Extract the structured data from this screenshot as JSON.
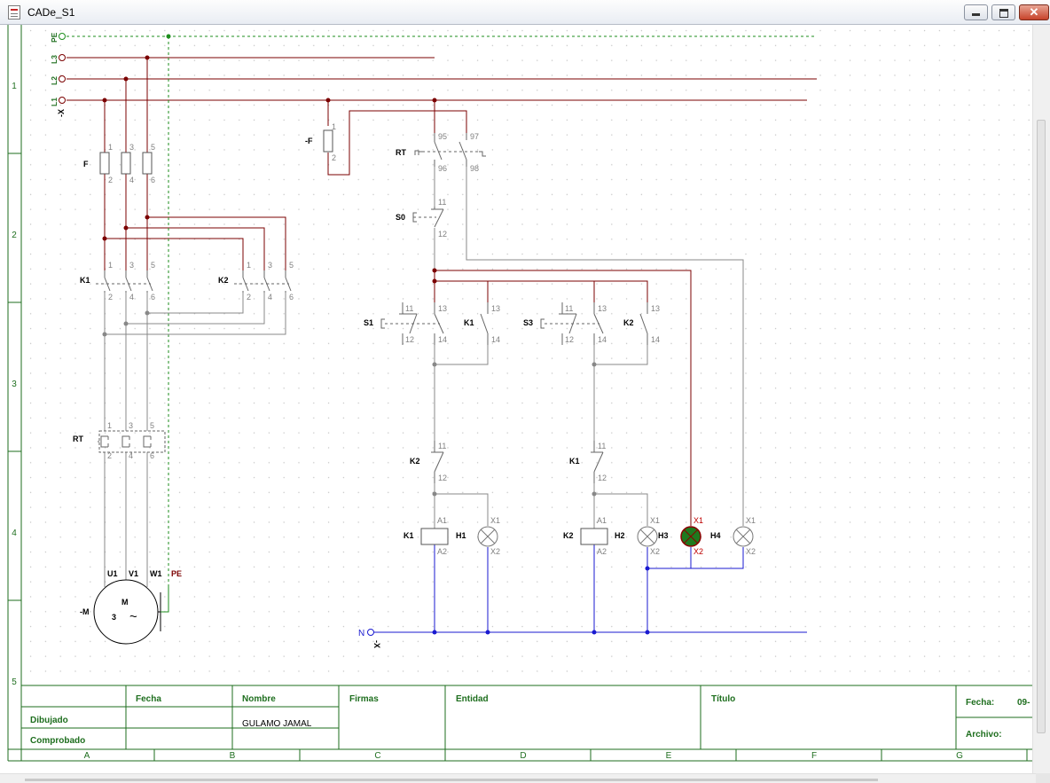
{
  "window": {
    "title": "CADe_S1"
  },
  "rows": [
    "1",
    "2",
    "3",
    "4",
    "5"
  ],
  "cols": [
    "A",
    "B",
    "C",
    "D",
    "E",
    "F",
    "G"
  ],
  "bus": {
    "pe": "PE",
    "l3": "L3",
    "l2": "L2",
    "l1": "L1",
    "x1": "-X",
    "n": "N",
    "xn": "-X"
  },
  "power": {
    "fuse": "F",
    "k1": "K1",
    "k2": "K2",
    "rt": "RT",
    "motor": "-M",
    "motor_m": "M",
    "motor_3": "3",
    "motor_tilde": "~",
    "u1": "U1",
    "v1": "V1",
    "w1": "W1",
    "pe": "PE"
  },
  "control": {
    "fuse": "-F",
    "rt": "RT",
    "s0": "S0",
    "s1": "S1",
    "s3": "S3",
    "k1": "K1",
    "k2": "K2",
    "h1": "H1",
    "h2": "H2",
    "h3": "H3",
    "h4": "H4"
  },
  "terminals": {
    "t1": "1",
    "t2": "2",
    "t3": "3",
    "t4": "4",
    "t5": "5",
    "t6": "6",
    "t11": "11",
    "t12": "12",
    "t13": "13",
    "t14": "14",
    "t95": "95",
    "t96": "96",
    "t97": "97",
    "t98": "98",
    "a1": "A1",
    "a2": "A2",
    "x1": "X1",
    "x2": "X2"
  },
  "title_block": {
    "fecha_col": "Fecha",
    "nombre_col": "Nombre",
    "firmas": "Firmas",
    "entidad": "Entidad",
    "titulo": "Título",
    "dibujado": "Dibujado",
    "comprobado": "Comprobado",
    "nombre_value": "GULAMO JAMAL",
    "fecha_label": "Fecha:",
    "fecha_value": "09-",
    "archivo_label": "Archivo:"
  },
  "colors": {
    "power": "#7b0000",
    "neutral": "#1a1ad0",
    "grey": "#888888",
    "grid": "#1e6e1e",
    "lamp_on": "#1f7a1f"
  }
}
